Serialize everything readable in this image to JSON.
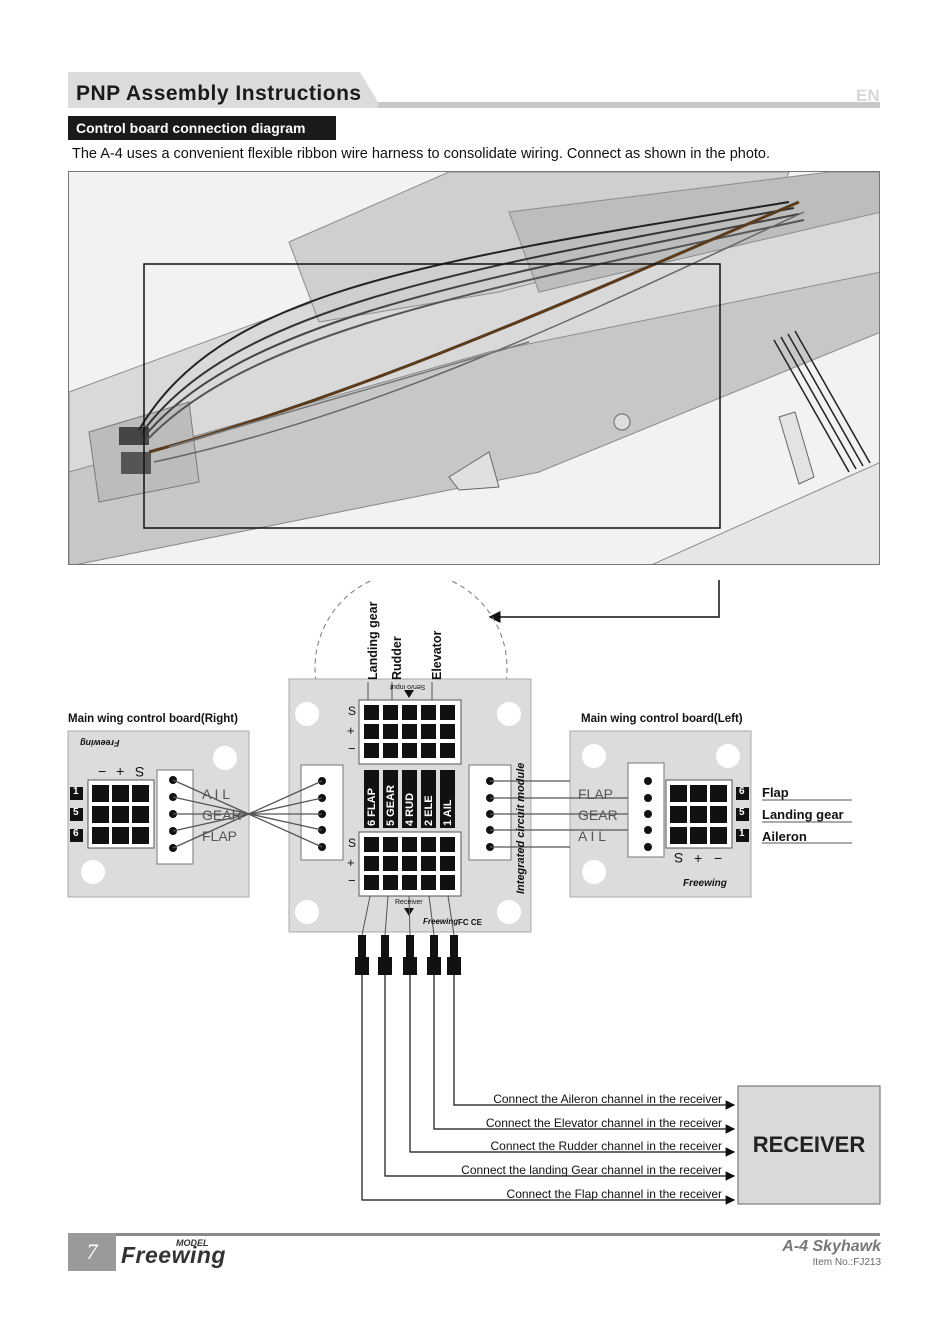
{
  "header": {
    "title": "PNP Assembly Instructions",
    "language": "EN",
    "section_title": "Control board connection diagram",
    "intro": "The A-4 uses a convenient flexible ribbon wire harness to consolidate wiring. Connect as shown in the photo."
  },
  "center_board": {
    "servo_labels": [
      "Landing gear",
      "Rudder",
      "Elevator"
    ],
    "servo_input_label": "Servo input",
    "rail_labels": [
      "S",
      "+",
      "−"
    ],
    "channel_labels": [
      "6",
      "FLAP",
      "5",
      "GEAR",
      "4",
      "RUD",
      "2",
      "ELE",
      "1",
      "AIL"
    ],
    "module_label": "Integrated circuit module",
    "receiver_tag": "Receiver",
    "brand": "Freewing",
    "certs": "FC CE"
  },
  "right_board": {
    "title": "Main wing control board(Right)",
    "rail_labels": [
      "−",
      "+",
      "S"
    ],
    "channel_numbers": [
      "1",
      "5",
      "6"
    ],
    "connector_labels": [
      "A I L",
      "GEAR",
      "FLAP"
    ],
    "brand": "Freewing"
  },
  "left_board": {
    "title": "Main wing control board(Left)",
    "connector_labels": [
      "FLAP",
      "GEAR",
      "A I L"
    ],
    "channel_numbers": [
      "6",
      "5",
      "1"
    ],
    "channel_names": [
      "Flap",
      "Landing gear",
      "Aileron"
    ],
    "rail_labels": [
      "S",
      "+",
      "−"
    ],
    "brand": "Freewing"
  },
  "receiver": {
    "label": "RECEIVER",
    "connections": [
      "Connect the Aileron channel in the receiver",
      "Connect the Elevator channel in the receiver",
      "Connect the Rudder channel in the receiver",
      "Connect the landing Gear channel in the receiver",
      "Connect the Flap channel in the receiver"
    ]
  },
  "footer": {
    "page_number": "7",
    "logo": "Freewing",
    "logo_super": "MODEL",
    "model_name": "A-4 Skyhawk",
    "item_no": "Item No.:FJ213"
  }
}
